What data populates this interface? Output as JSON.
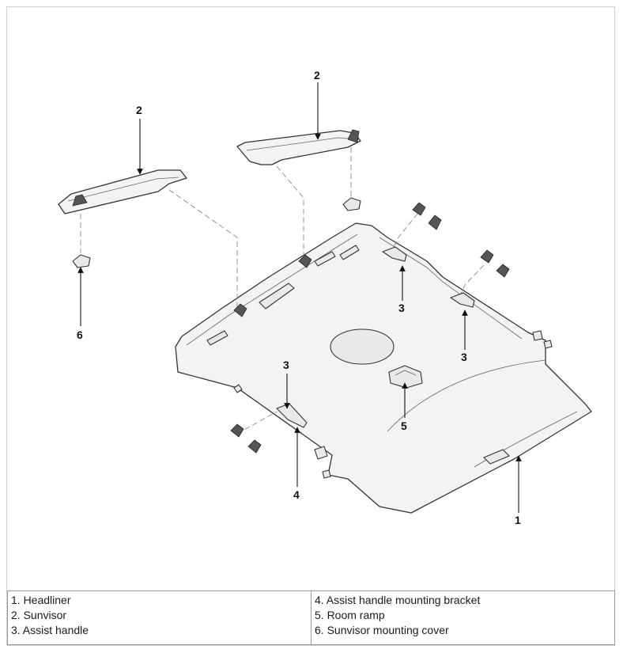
{
  "callouts": {
    "c1": "1",
    "c2_left": "2",
    "c2_right": "2",
    "c3_top": "3",
    "c3_right": "3",
    "c3_left": "3",
    "c4": "4",
    "c5": "5",
    "c6": "6"
  },
  "legend": {
    "left": [
      "1. Headliner",
      "2. Sunvisor",
      "3. Assist handle"
    ],
    "right": [
      "4. Assist handle mounting bracket",
      "5. Room ramp",
      "6. Sunvisor mounting cover"
    ]
  }
}
